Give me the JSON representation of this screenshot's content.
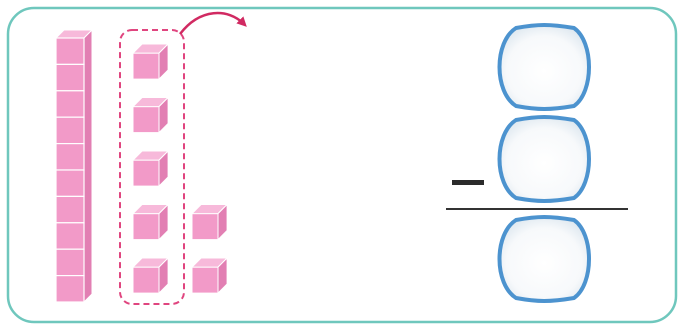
{
  "figure": {
    "kind": "base-ten-blocks subtraction worksheet",
    "frame_color": "#6fc7bd",
    "block_color": "#f29ac8",
    "block_edge_color": "#ffffff",
    "group_border_color": "#e0457f",
    "arrow_color": "#d12a62",
    "answer_box_border": "#4c93cf",
    "answer_box_fill": "#ffffff",
    "rule_color": "#333333",
    "operator_symbol": "minus"
  },
  "model": {
    "tens_rods": 1,
    "ones_cubes_total": 7,
    "ones_cubes_circled": 5,
    "ones_cubes_outside_group": 2
  },
  "problem": {
    "operation": "subtraction",
    "answer_boxes": 3,
    "all_boxes_empty": true
  }
}
